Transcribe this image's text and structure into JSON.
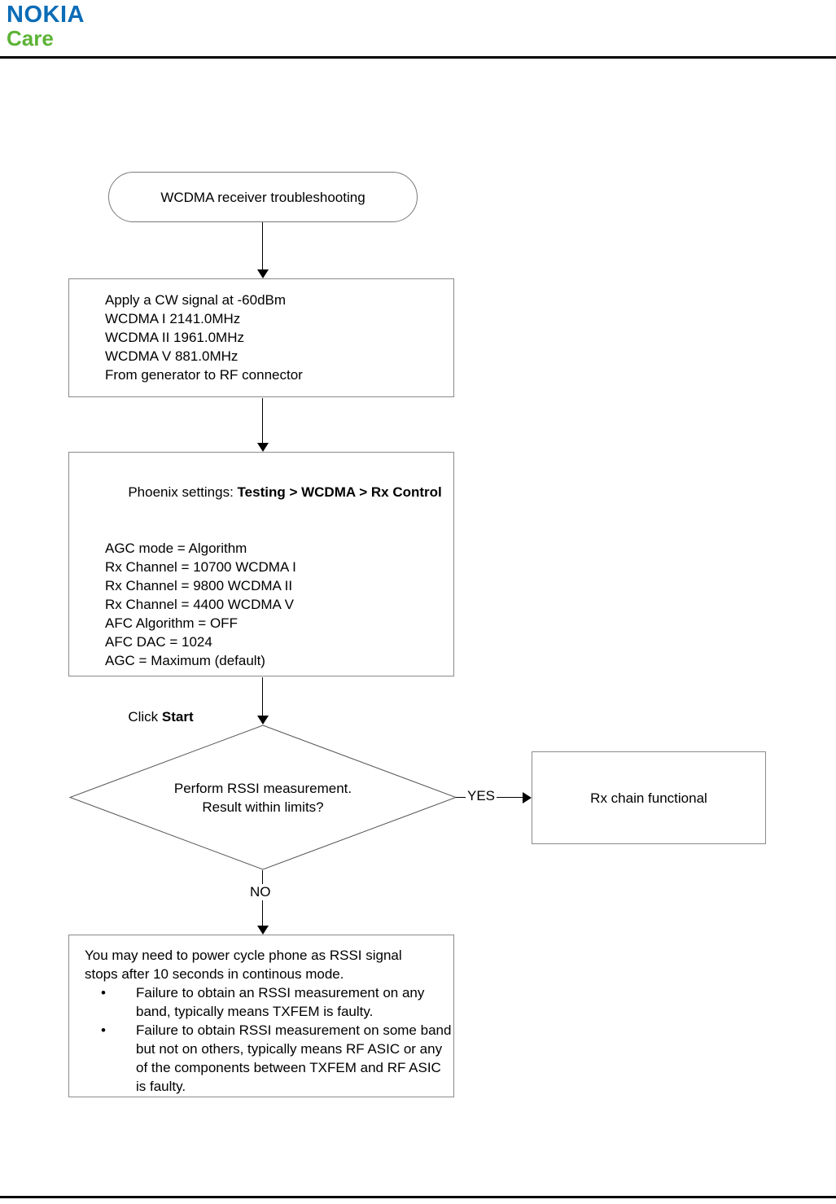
{
  "header": {
    "logo_primary": "NOKIA",
    "logo_secondary": "Care",
    "logo_primary_color": "#0b6cb7",
    "logo_secondary_color": "#5cb335"
  },
  "flowchart": {
    "title": "WCDMA receiver troubleshooting",
    "nodes": {
      "start": {
        "shape": "stadium",
        "label": "WCDMA receiver troubleshooting"
      },
      "apply_signal": {
        "shape": "process",
        "lines": [
          "Apply a CW signal at -60dBm",
          "WCDMA I 2141.0MHz",
          "WCDMA II 1961.0MHz",
          "WCDMA V 881.0MHz",
          "From generator to RF connector"
        ]
      },
      "phoenix_settings": {
        "shape": "process",
        "heading_prefix": "Phoenix settings: ",
        "heading_path": "Testing > WCDMA > Rx Control",
        "settings": [
          "AGC mode = Algorithm",
          "Rx Channel = 10700 WCDMA I",
          "Rx Channel = 9800 WCDMA II",
          "Rx Channel = 4400 WCDMA V",
          "AFC Algorithm = OFF",
          "AFC DAC = 1024",
          "AGC = Maximum (default)"
        ],
        "action_prefix": "Click ",
        "action_bold": "Start"
      },
      "decision": {
        "shape": "diamond",
        "line1": "Perform RSSI measurement.",
        "line2": "Result within limits?"
      },
      "rx_functional": {
        "shape": "process",
        "label": "Rx chain functional"
      },
      "failure_notes": {
        "shape": "process",
        "intro_line1": "You may need to power cycle phone as RSSI signal",
        "intro_line2": "stops after 10 seconds in continous mode.",
        "bullet_char": "•",
        "bullets": [
          "Failure to obtain an RSSI measurement on any band, typically means TXFEM is faulty.",
          "Failure to obtain RSSI measurement on some band but not on others, typically means RF ASIC or any of the components between TXFEM and RF ASIC is faulty."
        ]
      }
    },
    "edges": {
      "yes_label": "YES",
      "no_label": "NO"
    }
  }
}
